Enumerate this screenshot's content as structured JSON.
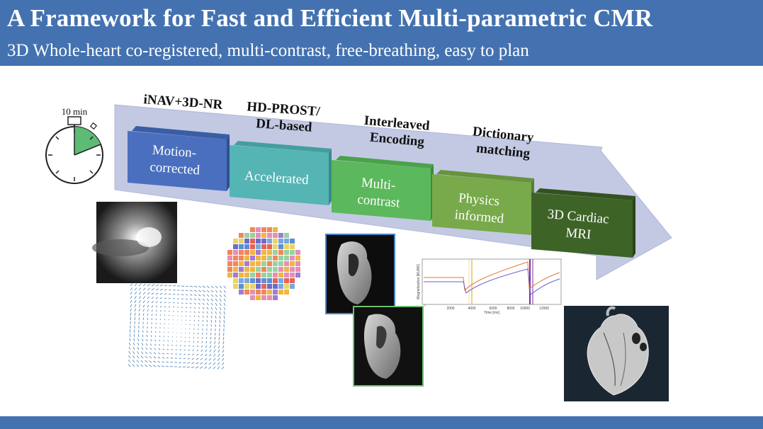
{
  "header": {
    "title": "A Framework for Fast and Efficient Multi-parametric CMR",
    "subtitle": "3D Whole-heart co-registered, multi-contrast, free-breathing, easy to plan"
  },
  "timer": {
    "label": "10 min"
  },
  "stages": [
    {
      "label_lines": [
        "iNAV+3D-NR"
      ],
      "box_lines": [
        "Motion-",
        "corrected"
      ],
      "color": "#4a6fbe"
    },
    {
      "label_lines": [
        "HD-PROST/",
        "DL-based"
      ],
      "box_lines": [
        "Accelerated"
      ],
      "color": "#55b4b4"
    },
    {
      "label_lines": [
        "Interleaved",
        "Encoding"
      ],
      "box_lines": [
        "Multi-",
        "contrast"
      ],
      "color": "#5cb85c"
    },
    {
      "label_lines": [
        "Dictionary",
        "matching"
      ],
      "box_lines": [
        "Physics",
        "informed"
      ],
      "color": "#78a94a"
    },
    {
      "label_lines": [],
      "box_lines": [
        "3D Cardiac",
        "MRI"
      ],
      "color": "#3e6327"
    }
  ],
  "colors": {
    "header": "#4472b0",
    "arrow": "#c3c9e3"
  },
  "icons": {
    "timer": "stopwatch-icon"
  },
  "plot": {
    "ylabel": "Magnetization [Mₓ/M0]",
    "xlabel": "Time [ms]",
    "xticks": [
      "2000",
      "4000",
      "6000",
      "8000",
      "10000",
      "12000"
    ]
  }
}
